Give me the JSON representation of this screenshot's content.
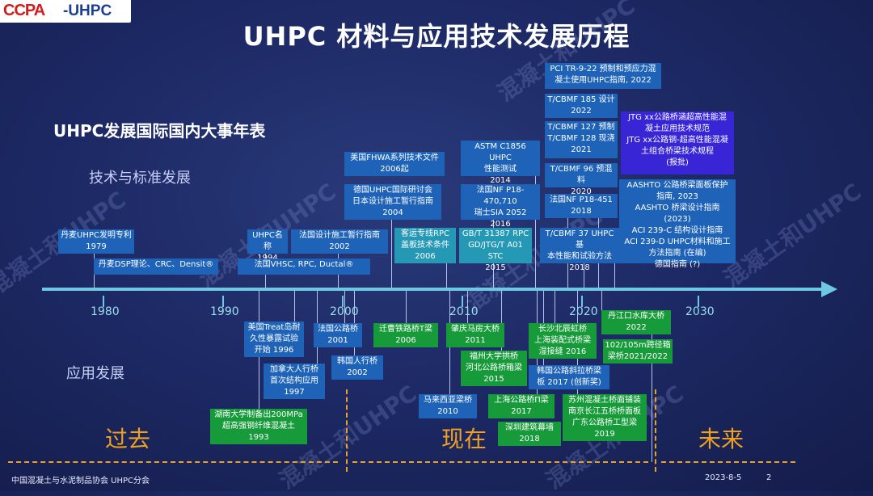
{
  "logo": {
    "part1": "CCPA",
    "part2": "-UHPC"
  },
  "title": "UHPC 材料与应用技术发展历程",
  "subtitle": "UHPC发展国际国内大事年表",
  "rows": {
    "tech": "技术与标准发展",
    "app": "应用发展"
  },
  "axis_years": [
    "1980",
    "1990",
    "2000",
    "2010",
    "2020",
    "2030"
  ],
  "eras": {
    "past": "过去",
    "present": "现在",
    "future": "未来"
  },
  "tech_events": [
    {
      "text": "丹麦UHPC发明专利\n1979",
      "color": "blue"
    },
    {
      "text": "丹麦DSP理论、CRC、Densit®",
      "color": "blue"
    },
    {
      "text": "UHPC名称\n1994",
      "color": "blue"
    },
    {
      "text": "法国设计施工暂行指南\n2002",
      "color": "blue"
    },
    {
      "text": "法国VHSC, RPC, Ductal®",
      "color": "blue"
    },
    {
      "text": "美国FHWA系列技术文件\n2006起",
      "color": "blue"
    },
    {
      "text": "德国UHPC国际研讨会\n日本设计施工暂行指南\n2004",
      "color": "blue"
    },
    {
      "text": "客运专线RPC\n盖板技术条件\n2006",
      "color": "teal"
    },
    {
      "text": "ASTM C1856 UHPC\n性能测试\n2014",
      "color": "blue"
    },
    {
      "text": "法国NF P18-470,710\n瑞士SIA 2052\n2016",
      "color": "blue"
    },
    {
      "text": "GB/T 31387 RPC\nGD/JTG/T A01 STC\n2015",
      "color": "teal"
    },
    {
      "text": "PCI TR-9-22 预制和预应力混\n凝土使用UHPC指南, 2022",
      "color": "blue"
    },
    {
      "text": "T/CBMF 185 设计\n2022",
      "color": "blue"
    },
    {
      "text": "T/CBMF 127 预制\nT/CBMF 128 现浇\n2021",
      "color": "blue"
    },
    {
      "text": "T/CBMF 96 预混料\n2020",
      "color": "blue"
    },
    {
      "text": "法国NF P18-451\n2018",
      "color": "blue"
    },
    {
      "text": "T/CBMF 37 UHPC基\n本性能和试验方法\n2018",
      "color": "blue"
    },
    {
      "text": "JTG xx公路桥涵超高性能混\n凝土应用技术规范\nJTG xx公路钢-超高性能混凝\n土组合桥梁技术规程\n(报批)",
      "color": "indigo"
    },
    {
      "text": "AASHTO 公路桥梁面板保护\n指南, 2023\nAASHTO 桥梁设计指南 (2023)\nACI 239-C 结构设计指南\nACI 239-D UHPC材料和施工\n方法指南 (在编)\n德国指南 (?)",
      "color": "blue"
    }
  ],
  "app_events": [
    {
      "text": "美国Treat岛耐\n久性暴露试验\n开始 1996",
      "color": "blue"
    },
    {
      "text": "加拿大人行桥\n首次结构应用\n1997",
      "color": "blue"
    },
    {
      "text": "湖南大学制备出200MPa\n超高强钢纤维混凝土\n1993",
      "color": "green"
    },
    {
      "text": "法国公路桥\n2001",
      "color": "blue"
    },
    {
      "text": "韩国人行桥\n2002",
      "color": "blue"
    },
    {
      "text": "迁曹铁路桥T梁\n2006",
      "color": "green"
    },
    {
      "text": "马来西亚梁桥\n2010",
      "color": "blue"
    },
    {
      "text": "肇庆马房大桥\n2011",
      "color": "green"
    },
    {
      "text": "福州大学拱桥\n河北公路桥箱梁\n2015",
      "color": "green"
    },
    {
      "text": "上海公路桥Π梁\n2017",
      "color": "green"
    },
    {
      "text": "深圳建筑幕墙\n2018",
      "color": "green"
    },
    {
      "text": "长沙北辰虹桥\n上海装配式桥梁\n湿接缝 2016",
      "color": "green"
    },
    {
      "text": "韩国公路斜拉桥梁\n板 2017 (创新奖)",
      "color": "blue"
    },
    {
      "text": "苏州混凝土桥面铺装\n南京长江五桥桥面板\n广东公路桥工型梁\n2019",
      "color": "green"
    },
    {
      "text": "丹江口水库大桥\n2022",
      "color": "green"
    },
    {
      "text": "102/105m跨径箱\n梁桥2021/2022",
      "color": "green"
    }
  ],
  "footer": {
    "org": "中国混凝土与水泥制品协会 UHPC分会",
    "date": "2023-8-5",
    "page": "2"
  },
  "watermark": "混凝土和UHPC"
}
